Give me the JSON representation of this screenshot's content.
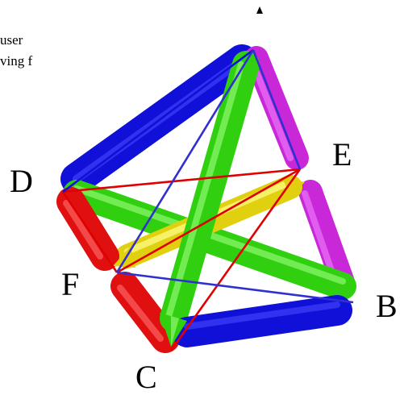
{
  "text_fragments": [
    "user",
    "ving f"
  ],
  "vertices": {
    "D": "D",
    "E": "E",
    "F": "F",
    "B": "B",
    "C": "C"
  },
  "colors": {
    "rod_blue": "#1010d8",
    "rod_magenta": "#c828d8",
    "rod_red": "#e01010",
    "rod_green": "#30d010",
    "rod_yellow": "#e0d010",
    "line_red": "#e00000",
    "line_blue": "#3030d0"
  }
}
